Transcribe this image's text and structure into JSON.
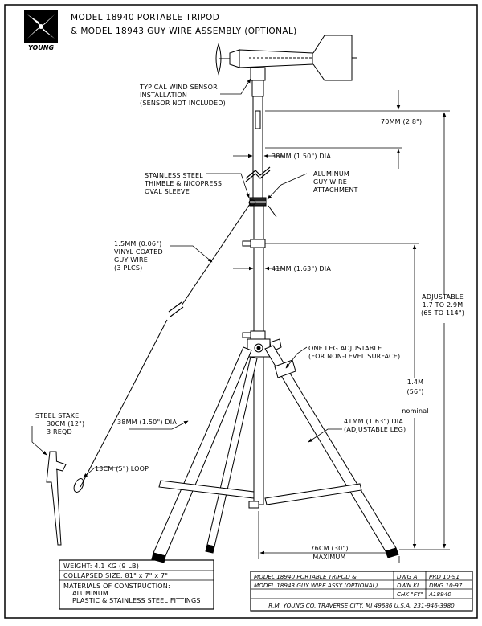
{
  "title": {
    "line1": "MODEL 18940 PORTABLE TRIPOD",
    "line2": "& MODEL 18943 GUY WIRE ASSEMBLY (OPTIONAL)"
  },
  "logo": {
    "text": "YOUNG"
  },
  "callouts": {
    "sensor": [
      "TYPICAL WIND SENSOR",
      "INSTALLATION",
      "(SENSOR NOT INCLUDED)"
    ],
    "offset_70": "70MM (2.8\")",
    "dia_upper": "38MM (1.50\") DIA",
    "thimble": [
      "STAINLESS STEEL",
      "THIMBLE & NICOPRESS",
      "OVAL SLEEVE"
    ],
    "attachment": [
      "ALUMINUM",
      "GUY WIRE",
      "ATTACHMENT"
    ],
    "guy_wire": [
      "1.5MM (0.06\")",
      "VINYL COATED",
      "GUY WIRE",
      "(3 PLCS)"
    ],
    "dia_mid": "41MM (1.63\") DIA",
    "adjustable": [
      "ADJUSTABLE",
      "1.7 TO 2.9M",
      "(65 TO 114\")"
    ],
    "one_leg": [
      "ONE LEG ADJUSTABLE",
      "(FOR NON-LEVEL SURFACE)"
    ],
    "height_nominal": [
      "1.4M",
      "(56\")",
      "nominal"
    ],
    "stake": [
      "STEEL STAKE",
      "30CM (12\")",
      "3 REQD"
    ],
    "leg_dia": "38MM (1.50\") DIA",
    "adj_leg": [
      "41MM (1.63\") DIA",
      "(ADJUSTABLE LEG)"
    ],
    "loop": "13CM (5\") LOOP",
    "max_width": [
      "76CM (30\")",
      "MAXIMUM"
    ]
  },
  "specs": {
    "weight": "WEIGHT:  4.1 KG (9 LB)",
    "collapsed": "COLLAPSED SIZE:  81\" x 7\" x 7\"",
    "materials": [
      "MATERIALS OF CONSTRUCTION:",
      "ALUMINUM",
      "PLASTIC & STAINLESS STEEL FITTINGS"
    ]
  },
  "title_block": {
    "row1": "MODEL 18940 PORTABLE TRIPOD &",
    "row2": "MODEL 18943 GUY WIRE ASSY (OPTIONAL)",
    "dwg": "DWG A",
    "dwn": "DWN KL",
    "chk": "CHK \"FY\"",
    "prd": "PRD 10-91",
    "dwg_date": "DWG 10-97",
    "drawing_no": "A18940",
    "company": "R.M. YOUNG CO. TRAVERSE CITY, MI 49686 U.S.A. 231-946-3980"
  }
}
